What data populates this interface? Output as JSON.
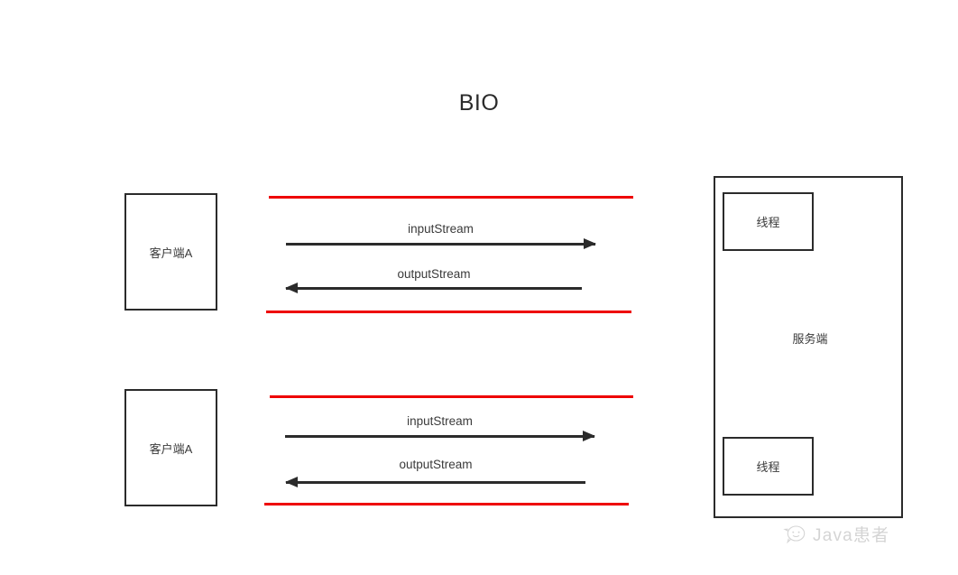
{
  "diagram": {
    "title": "BIO",
    "clients": [
      {
        "label": "客户端A"
      },
      {
        "label": "客户端A"
      }
    ],
    "server": {
      "label": "服务端",
      "threads": [
        {
          "label": "线程"
        },
        {
          "label": "线程"
        }
      ]
    },
    "connections": [
      {
        "input_label": "inputStream",
        "output_label": "outputStream"
      },
      {
        "input_label": "inputStream",
        "output_label": "outputStream"
      }
    ],
    "colors": {
      "boundary_line": "#ee0000",
      "arrow": "#2b2b2b",
      "box_border": "#2b2b2b",
      "text": "#3a3a3a",
      "background": "#ffffff"
    }
  },
  "watermark": {
    "text": "Java患者",
    "icon": "wechat-speech-bubble-icon"
  }
}
